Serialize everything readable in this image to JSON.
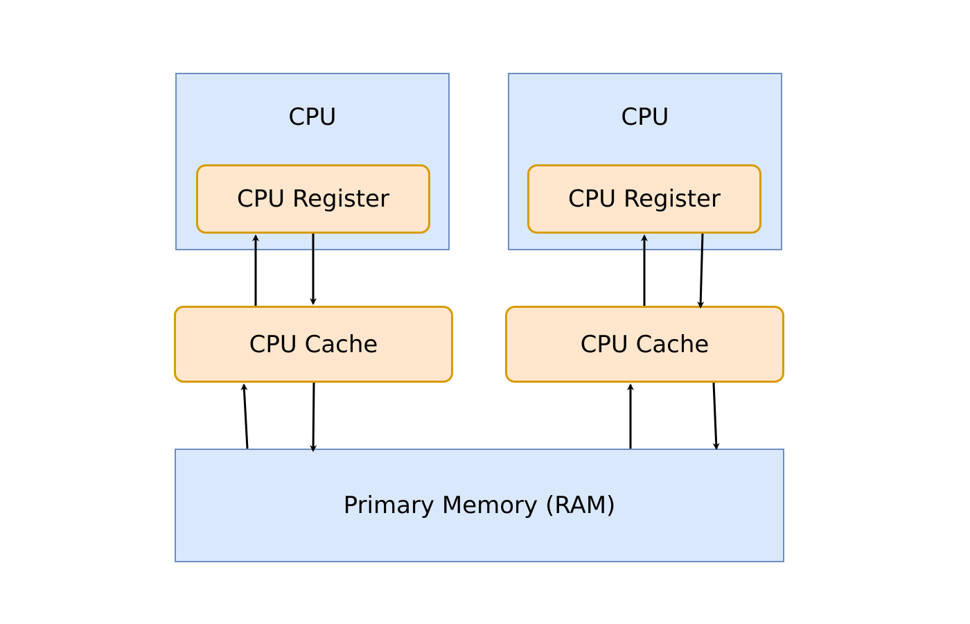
{
  "diagram": {
    "left_cpu": {
      "cpu_label": "CPU",
      "register_label": "CPU Register",
      "cache_label": "CPU Cache"
    },
    "right_cpu": {
      "cpu_label": "CPU",
      "register_label": "CPU Register",
      "cache_label": "CPU Cache"
    },
    "memory_label": "Primary Memory (RAM)"
  },
  "colors": {
    "cpu_fill": "#dae8fc",
    "cpu_border": "#6c8ebf",
    "component_fill": "#ffe6cc",
    "component_border": "#d79b00",
    "arrow": "#000000"
  }
}
